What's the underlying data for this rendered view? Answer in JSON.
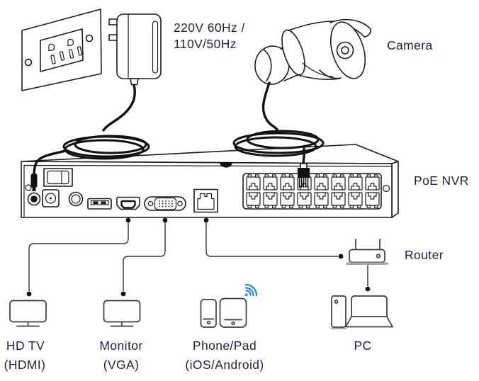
{
  "labels": {
    "power_spec_line1": "220V 60Hz /",
    "power_spec_line2": "110V/50Hz",
    "camera": "Camera",
    "nvr": "PoE NVR",
    "router": "Router",
    "hdtv_name": "HD TV",
    "hdtv_interface": "(HDMI)",
    "monitor_name": "Monitor",
    "monitor_interface": "(VGA)",
    "phone_name": "Phone/Pad",
    "phone_interface": "(iOS/Android)",
    "pc_name": "PC"
  },
  "colors": {
    "line_art": "#1c1c1c",
    "device_icon": "#3d3d3d",
    "cable_black": "#111111",
    "text": "#262240",
    "wifi_blue": "#2e86cf",
    "router_base_gray": "#a9a9a9"
  },
  "icons": [
    "wall-outlet-icon",
    "power-adapter-icon",
    "power-cable",
    "camera-icon",
    "ethernet-cable",
    "nvr-icon",
    "poe-port-grid",
    "power-switch-icon",
    "dc-jack-icon",
    "audio-port-icon",
    "usb-port-icon",
    "hdmi-port-icon",
    "vga-port-icon",
    "lan-port-icon",
    "router-icon",
    "tv-icon",
    "monitor-icon",
    "phone-icon",
    "tablet-icon",
    "wifi-icon",
    "pc-tower-icon",
    "laptop-icon"
  ],
  "connections": [
    {
      "from": "wall-outlet",
      "to": "nvr-power-port",
      "via": "power-adapter-cable"
    },
    {
      "from": "camera",
      "to": "nvr-poe-port-4",
      "via": "ethernet-cable"
    },
    {
      "from": "nvr-hdmi-port",
      "to": "hdtv"
    },
    {
      "from": "nvr-vga-port",
      "to": "monitor"
    },
    {
      "from": "nvr-lan-port",
      "to": "router"
    },
    {
      "from": "router",
      "to": "pc"
    },
    {
      "from": "nvr",
      "to": "phone-pad",
      "via": "wifi"
    }
  ]
}
